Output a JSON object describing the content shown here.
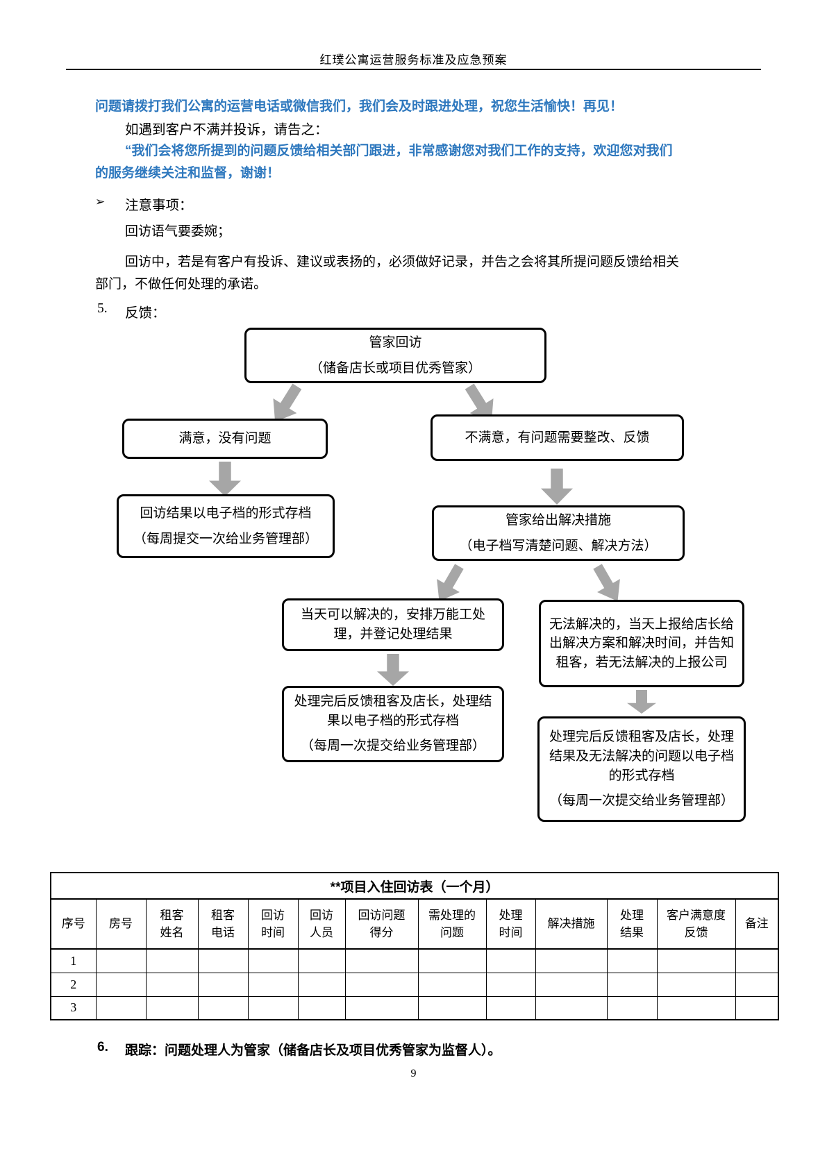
{
  "page": {
    "header_title": "红璞公寓运营服务标准及应急预案",
    "page_number": "9"
  },
  "colors": {
    "accent_blue": "#2E78BE",
    "arrow_gray": "#A6A6A6",
    "border_black": "#000000"
  },
  "intro": {
    "p1": "问题请拨打我们公寓的运营电话或微信我们，我们会及时跟进处理，祝您生活愉快！再见！",
    "p2": "如遇到客户不满并投诉，请告之：",
    "p3_line1": "“我们会将您所提到的问题反馈给相关部门跟进，非常感谢您对我们工作的支持，欢迎您对我们",
    "p3_line2": "的服务继续关注和监督，谢谢！",
    "bullet_marker": "➢",
    "bullet_label": "注意事项：",
    "note1": "回访语气要委婉；",
    "note2_line1": "回访中，若是有客户有投诉、建议或表扬的，必须做好记录，并告之会将其所提问题反馈给相关",
    "note2_line2": "部门，不做任何处理的承诺。",
    "item5_num": "5.",
    "item5_label": "反馈：",
    "item6_num": "6.",
    "item6_text": "跟踪：问题处理人为管家（储备店长及项目优秀管家为监督人）。"
  },
  "flowchart": {
    "top": {
      "line1": "管家回访",
      "line2": "（储备店长或项目优秀管家）"
    },
    "left1": {
      "line1": "满意，没有问题"
    },
    "right1": {
      "line1": "不满意，有问题需要整改、反馈"
    },
    "left2": {
      "line1": "回访结果以电子档的形式存档",
      "line2": "（每周提交一次给业务管理部）"
    },
    "right2": {
      "line1": "管家给出解决措施",
      "line2": "（电子档写清楚问题、解决方法）"
    },
    "mid_left": {
      "line1": "当天可以解决的，安排万能工处理，并登记处理结果"
    },
    "mid_right": {
      "line1": "无法解决的，当天上报给店长给出解决方案和解决时间，并告知租客，若无法解决的上报公司"
    },
    "bottom_left": {
      "line1": "处理完后反馈租客及店长，处理结果以电子档的形式存档",
      "line2": "（每周一次提交给业务管理部）"
    },
    "bottom_right": {
      "line1": "处理完后反馈租客及店长，处理结果及无法解决的问题以电子档的形式存档",
      "line2": "（每周一次提交给业务管理部）"
    }
  },
  "table": {
    "title": "**项目入住回访表（一个月）",
    "headers": [
      "序号",
      "房号",
      "租客\n姓名",
      "租客\n电话",
      "回访\n时间",
      "回访\n人员",
      "回访问题\n得分",
      "需处理的\n问题",
      "处理\n时间",
      "解决措施",
      "处理\n结果",
      "客户满意度\n反馈",
      "备注"
    ],
    "rows": [
      [
        "1",
        "",
        "",
        "",
        "",
        "",
        "",
        "",
        "",
        "",
        "",
        "",
        ""
      ],
      [
        "2",
        "",
        "",
        "",
        "",
        "",
        "",
        "",
        "",
        "",
        "",
        "",
        ""
      ],
      [
        "3",
        "",
        "",
        "",
        "",
        "",
        "",
        "",
        "",
        "",
        "",
        "",
        ""
      ]
    ]
  }
}
